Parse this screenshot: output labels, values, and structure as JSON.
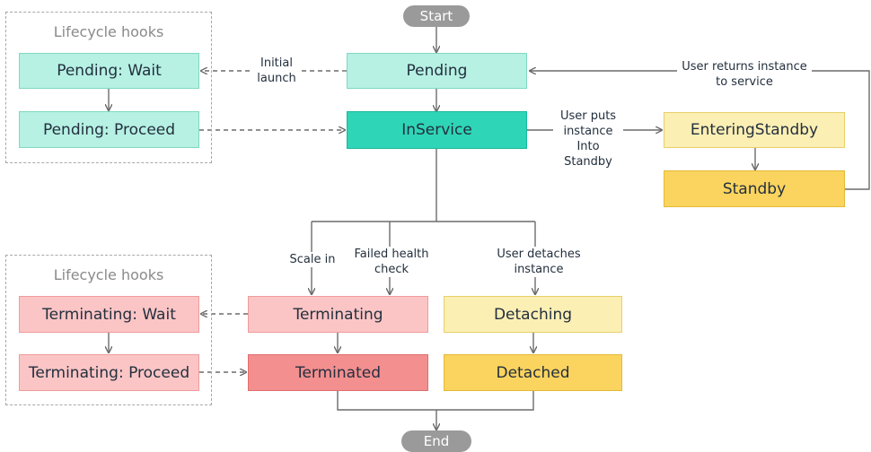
{
  "start": "Start",
  "end": "End",
  "groups": {
    "launch_hooks": "Lifecycle hooks",
    "terminate_hooks": "Lifecycle hooks"
  },
  "states": {
    "pending_wait": "Pending: Wait",
    "pending_proceed": "Pending: Proceed",
    "pending": "Pending",
    "inservice": "InService",
    "entering_standby": "EnteringStandby",
    "standby": "Standby",
    "terminating_wait": "Terminating: Wait",
    "terminating_proceed": "Terminating: Proceed",
    "terminating": "Terminating",
    "terminated": "Terminated",
    "detaching": "Detaching",
    "detached": "Detached"
  },
  "labels": {
    "initial_launch_1": "Initial",
    "initial_launch_2": "launch",
    "returns_1": "User returns instance",
    "returns_2": "to service",
    "puts_1": "User puts",
    "puts_2": "instance",
    "puts_3": "Into",
    "puts_4": "Standby",
    "scale_in": "Scale in",
    "health_1": "Failed health",
    "health_2": "check",
    "detaches_1": "User detaches",
    "detaches_2": "instance"
  },
  "colors": {
    "teal_light": "#b6f1e3",
    "teal": "#2ed5b6",
    "yellow_light": "#fcefb4",
    "yellow": "#fbd45f",
    "red_light": "#fbc5c5",
    "red": "#f38f8f",
    "terminal_pill": "#9a9a9a"
  }
}
